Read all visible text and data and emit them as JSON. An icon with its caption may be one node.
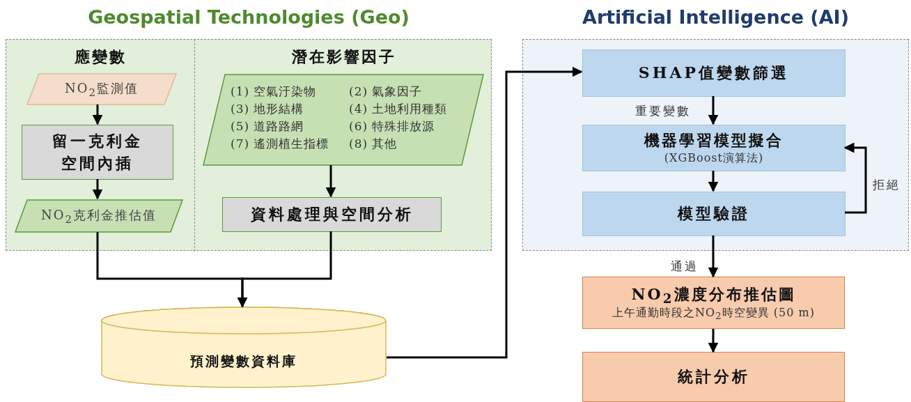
{
  "diagram": {
    "nodes": [
      {
        "text": [
          "Geospatial Technologies (Geo)"
        ]
      },
      {
        "text": [
          "應變數"
        ],
        "in": 0
      },
      {
        "text": [
          "NO$_{2}$監測值"
        ],
        "in": 1
      },
      {
        "text": [
          "留一克利金空間內插"
        ],
        "in": 1
      },
      {
        "text": [
          "NO$_{2}$克利金推估值"
        ],
        "in": 1
      },
      {
        "text": [
          "潛在影響因子"
        ],
        "in": 0
      },
      {
        "text": [
          "(1) 空氣汙染物",
          "(2) 氣象因子",
          "(3) 地形結構",
          "(4) 土地利用種類",
          "(5) 道路路網",
          "(6) 特殊排放源",
          "(7) 遙測植生指標",
          "(8) 其他"
        ],
        "in": 5
      },
      {
        "text": [
          "資料處理與空間分析"
        ],
        "in": 5
      },
      {
        "text": [
          "預測變數資料庫"
        ]
      },
      {
        "text": [
          "Artificial Intelligence (AI)"
        ]
      },
      {
        "text": [
          "SHAP值變數篩選"
        ],
        "in": 9
      },
      {
        "text": [
          "機器學習模型擬合",
          "(XGBoost演算法)"
        ],
        "in": 9
      },
      {
        "text": [
          "模型驗證"
        ],
        "in": 9
      },
      {
        "text": [
          "NO$_{2}$濃度分布推估圖",
          "上午通勤時段之NO$_{2}$時空變異 (50 m)"
        ]
      },
      {
        "text": [
          "統計分析"
        ]
      }
    ],
    "edges": [
      {
        "from": 2,
        "to": 3,
        "arrow": "to"
      },
      {
        "from": 3,
        "to": 4,
        "arrow": "to"
      },
      {
        "from": 6,
        "to": 7,
        "arrow": "to"
      },
      {
        "from": 4,
        "to": 8,
        "arrow": "to"
      },
      {
        "from": 7,
        "to": 8,
        "arrow": "to"
      },
      {
        "from": 8,
        "to": 10,
        "arrow": "to"
      },
      {
        "from": 10,
        "to": 11,
        "arrow": "to",
        "label": "重要變數"
      },
      {
        "from": 11,
        "to": 12,
        "arrow": "to"
      },
      {
        "from": 12,
        "to": 11,
        "arrow": "to",
        "label": "拒絕"
      },
      {
        "from": 12,
        "to": 13,
        "arrow": "to",
        "label": "通過"
      },
      {
        "from": 13,
        "to": 14,
        "arrow": "to"
      }
    ]
  }
}
